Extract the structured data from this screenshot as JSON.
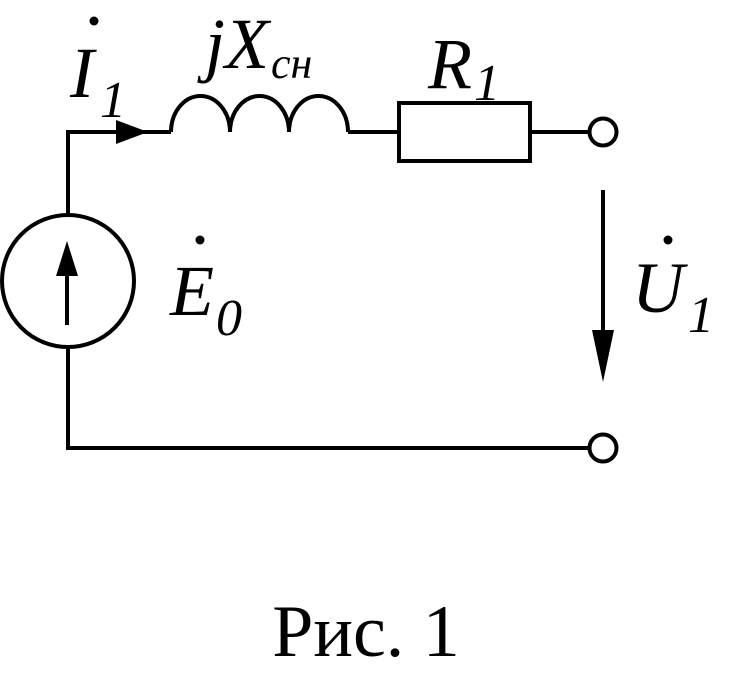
{
  "labels": {
    "current": {
      "symbol": "I",
      "subscript": "1"
    },
    "reactance": {
      "prefix": "jX",
      "subscript": "сн"
    },
    "resistance": {
      "symbol": "R",
      "subscript": "1"
    },
    "emf": {
      "symbol": "E",
      "subscript": "0"
    },
    "voltage": {
      "symbol": "U",
      "subscript": "1"
    }
  },
  "caption": "Рис. 1",
  "colors": {
    "line": "#000000",
    "background": "#ffffff"
  }
}
